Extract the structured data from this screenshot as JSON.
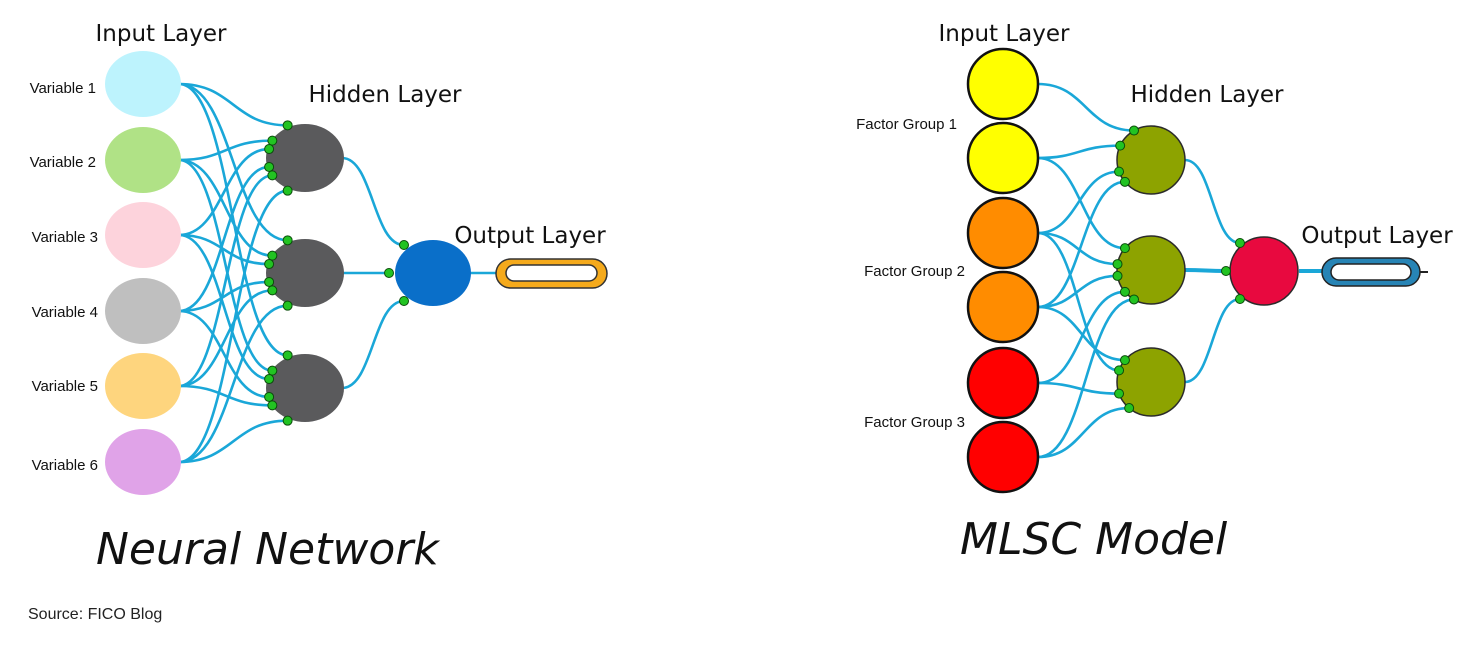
{
  "neural_network": {
    "input_layer_title": "Input Layer",
    "hidden_layer_title": "Hidden Layer",
    "output_layer_title": "Output Layer",
    "model_title": "Neural Network",
    "inputs": [
      {
        "label": "Variable 1",
        "color": "#bdf3fd"
      },
      {
        "label": "Variable 2",
        "color": "#b0e286"
      },
      {
        "label": "Variable 3",
        "color": "#fdd3dc"
      },
      {
        "label": "Variable 4",
        "color": "#bfbfbf"
      },
      {
        "label": "Variable 5",
        "color": "#fed57e"
      },
      {
        "label": "Variable 6",
        "color": "#e0a3e8"
      }
    ],
    "hidden_color": "#5a5a5c",
    "output_color": "#0a6fc9",
    "output_bar_color": "#f5aa1c"
  },
  "mlsc_model": {
    "input_layer_title": "Input Layer",
    "hidden_layer_title": "Hidden Layer",
    "output_layer_title": "Output Layer",
    "model_title": "MLSC Model",
    "factor_groups": [
      {
        "label": "Factor Group 1",
        "color": "#ffff00"
      },
      {
        "label": "Factor Group 2",
        "color": "#ff8c00"
      },
      {
        "label": "Factor Group 3",
        "color": "#ff0000"
      }
    ],
    "hidden_color": "#8da300",
    "output_color": "#e8093f",
    "output_bar_color": "#2784b5"
  },
  "connection_color": "#1aa7d8",
  "connector_color": "#22c322",
  "source": "Source: FICO Blog"
}
